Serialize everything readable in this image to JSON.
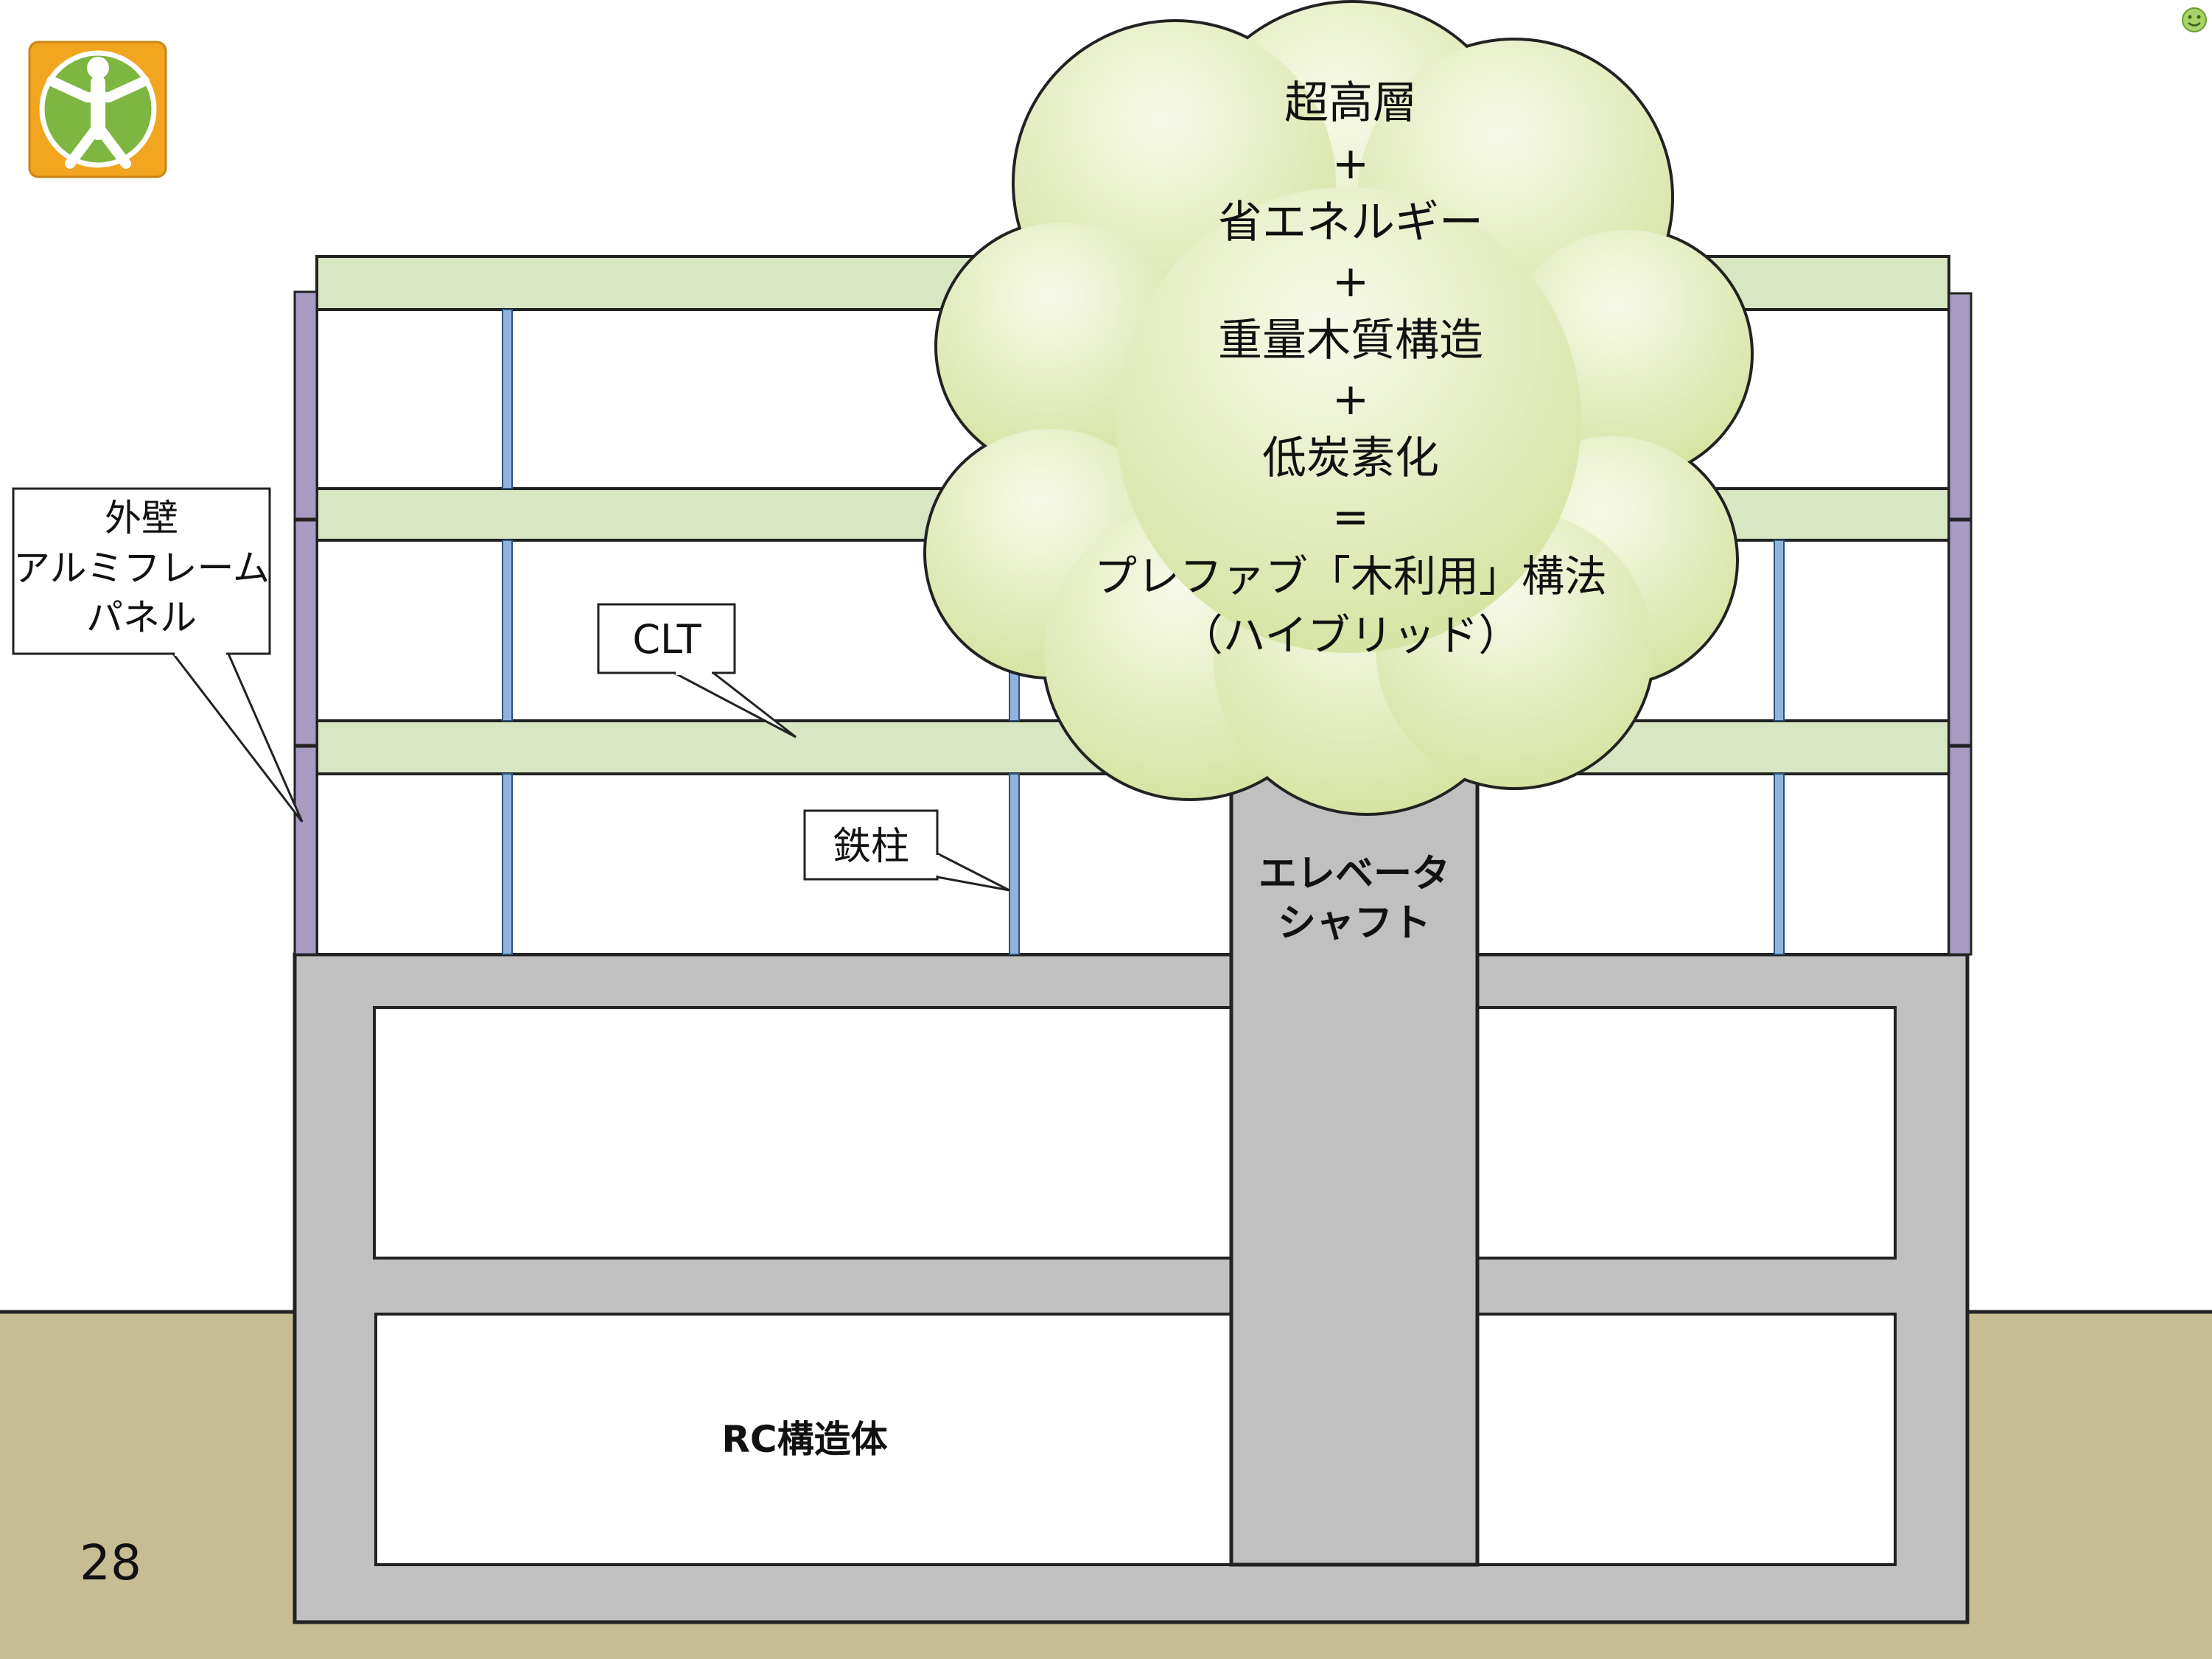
{
  "slide": {
    "page_number": "28",
    "colors": {
      "ground": "#c7bd93",
      "rc_structure": "#c0c0c0",
      "clt_slab": "#d8e6c4",
      "steel_column": "#8fb4dc",
      "exterior_panel": "#a79ac3",
      "cloud_light": "#f6f9e6",
      "cloud_dark": "#d8e6a6",
      "logo_orange": "#f2a51f",
      "logo_green": "#7db641"
    },
    "icons": {
      "logo": "vitruvian-man-logo-icon",
      "corner": "smiley-icon"
    }
  },
  "labels": {
    "exterior_wall": [
      "外壁",
      "アルミフレーム",
      "パネル"
    ],
    "clt": "CLT",
    "steel_column": "鉄柱",
    "elevator_shaft": [
      "エレベータ",
      "シャフト"
    ],
    "rc_structure": "RC構造体"
  },
  "cloud": {
    "lines": [
      "超高層",
      "+",
      "省エネルギー",
      "+",
      "重量木質構造",
      "+",
      "低炭素化",
      "=",
      "プレファブ「木利用」構法",
      "（ハイブリッド）"
    ]
  }
}
